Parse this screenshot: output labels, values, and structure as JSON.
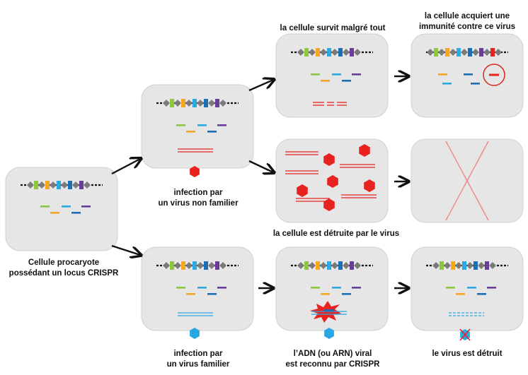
{
  "labels": {
    "start_line1": "Cellule procaryote",
    "start_line2": "possédant un locus CRISPR",
    "unfamiliar_line1": "infection par",
    "unfamiliar_line2": "un virus non familier",
    "familiar_line1": "infection par",
    "familiar_line2": "un virus familier",
    "survives": "la cellule survit malgré tout",
    "immunity_line1": "la cellule acquiert une",
    "immunity_line2": "immunité contre ce virus",
    "destroyed_by_virus": "la cellule est détruite par le virus",
    "recognized_line1": "l’ADN (ou ARN) viral",
    "recognized_line2": "est reconnu par CRISPR",
    "virus_destroyed": "le virus est détruit"
  },
  "colors": {
    "cell": "#e6e6e6",
    "cell_stroke": "#cfcfcf",
    "virus_unfamiliar": "#e8231f",
    "virus_familiar": "#2aa7e2",
    "repeat": "#7a7a7a",
    "spacer_green": "#8dc63f",
    "spacer_orange": "#f5a623",
    "spacer_cyan": "#29abe2",
    "spacer_blue": "#1b6fb5",
    "spacer_purple": "#6a3d9a"
  }
}
